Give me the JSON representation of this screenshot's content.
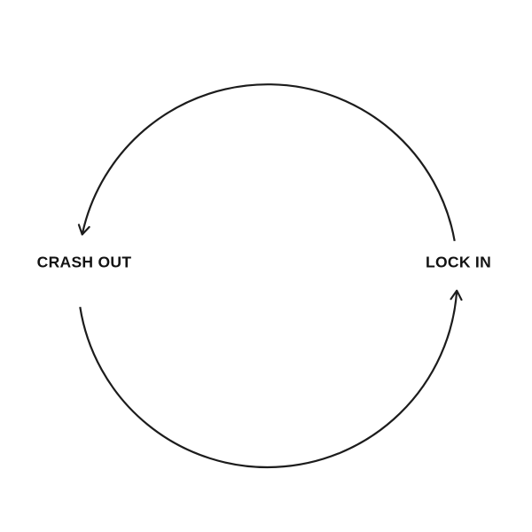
{
  "diagram": {
    "type": "cycle",
    "nodes": [
      {
        "id": "crash-out",
        "label": "CRASH OUT",
        "position": "left"
      },
      {
        "id": "lock-in",
        "label": "LOCK IN",
        "position": "right"
      }
    ],
    "edges": [
      {
        "from": "lock-in",
        "to": "crash-out",
        "via": "top-arc",
        "arrowhead": "at-crash-out"
      },
      {
        "from": "crash-out",
        "to": "lock-in",
        "via": "bottom-arc",
        "arrowhead": "at-lock-in"
      }
    ],
    "colors": {
      "background": "#ffffff",
      "stroke": "#1c1c1c",
      "text": "#121212"
    }
  }
}
